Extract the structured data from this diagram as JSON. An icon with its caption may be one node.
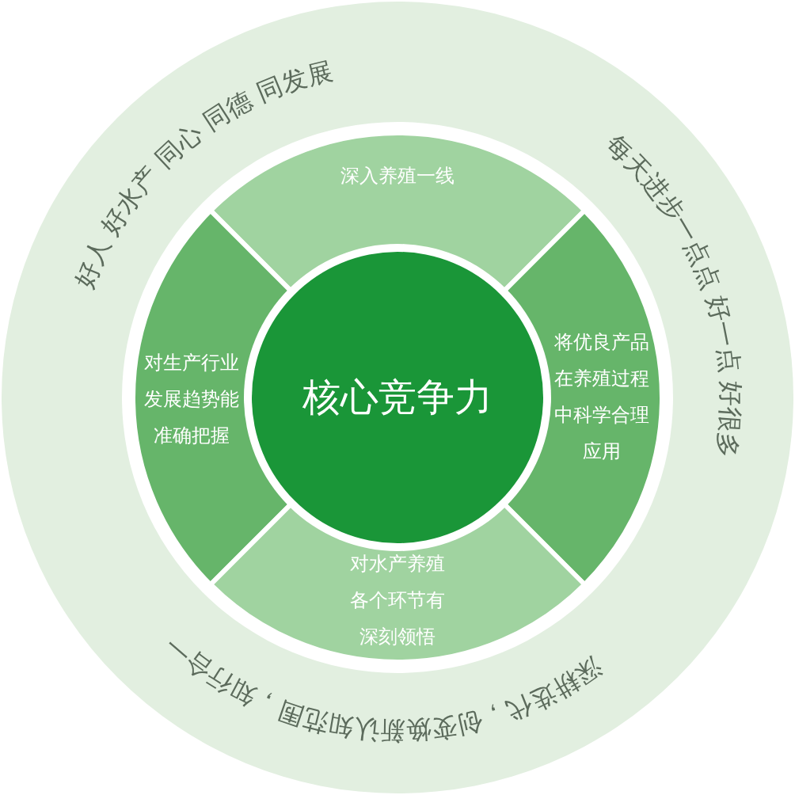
{
  "diagram": {
    "nodes": [
      {
        "text": [
          "核心竞争力"
        ]
      },
      {
        "text": [
          "深入养殖一线"
        ]
      },
      {
        "text": [
          "对生产行业发展趋势能准确把握"
        ]
      },
      {
        "text": [
          "将优良产品在养殖过程中科学合理应用"
        ]
      },
      {
        "text": [
          "对水产养殖各个环节有深刻领悟"
        ]
      }
    ],
    "labels": [
      "好人 好水产 同心 同德 同发展",
      "每天进步一点点 好一点 好很多",
      "深耕迭代，创变焕新认知范围，知行合一"
    ]
  }
}
